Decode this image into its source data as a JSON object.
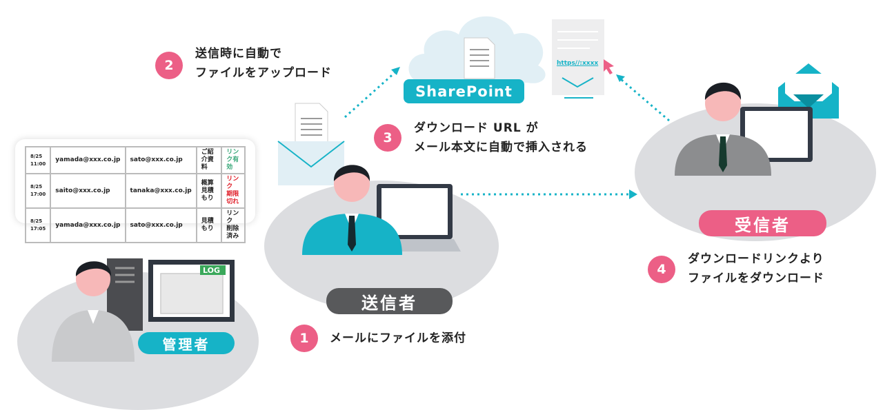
{
  "steps": [
    {
      "num": "1",
      "text": "メールにファイルを添付"
    },
    {
      "num": "2",
      "text": "送信時に自動で\nファイルをアップロード"
    },
    {
      "num": "3",
      "text": "ダウンロード URL が\nメール本文に自動で挿入される"
    },
    {
      "num": "4",
      "text": "ダウンロードリンクより\nファイルをダウンロード"
    }
  ],
  "roles": {
    "sender": "送信者",
    "receiver": "受信者",
    "admin": "管理者"
  },
  "sharepoint": "SharePoint",
  "url": "https//:xxxx",
  "log_badge": "LOG",
  "log": [
    {
      "time": "8/25\n11:00",
      "from": "yamada@xxx.co.jp",
      "to": "sato@xxx.co.jp",
      "file": "ご紹介資料",
      "status": "リンク有効",
      "color": "#3aa87a"
    },
    {
      "time": "8/25\n17:00",
      "from": "saito@xxx.co.jp",
      "to": "tanaka@xxx.co.jp",
      "file": "概算見積もり",
      "status": "リンク\n期限切れ",
      "color": "#e0202a"
    },
    {
      "time": "8/25\n17:05",
      "from": "yamada@xxx.co.jp",
      "to": "sato@xxx.co.jp",
      "file": "見積もり",
      "status": "リンク\n削除済み",
      "color": "#222"
    }
  ],
  "colors": {
    "pink": "#ec5f86",
    "teal": "#16b3c7",
    "gray": "#dcdde0"
  }
}
